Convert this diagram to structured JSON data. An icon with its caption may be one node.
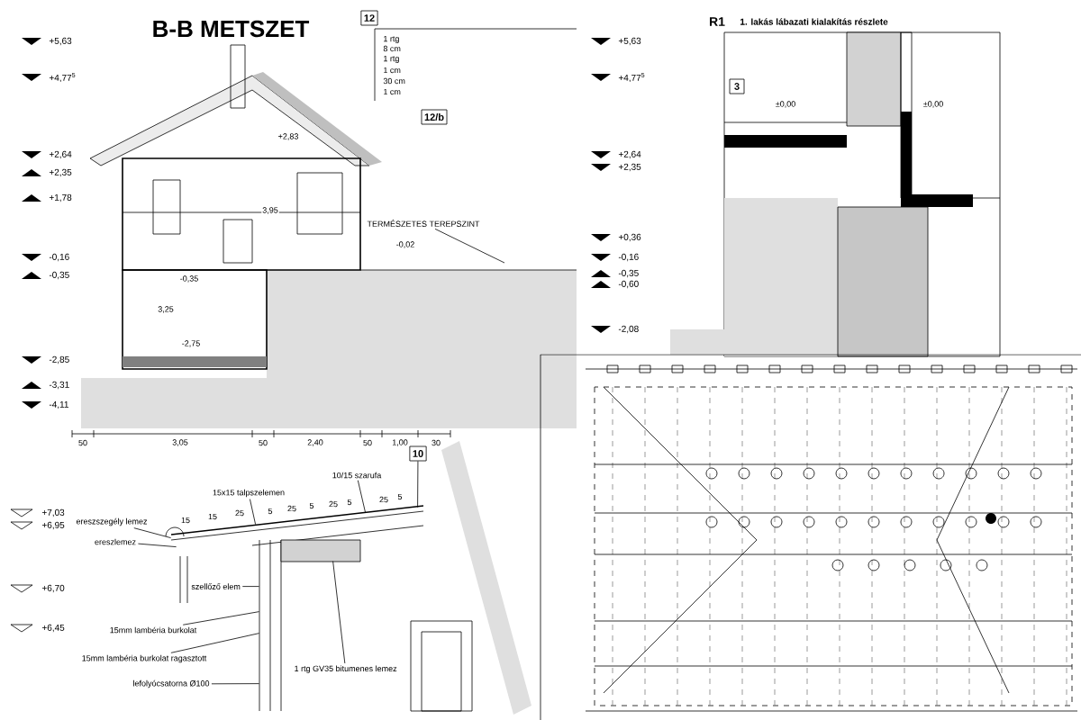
{
  "diagram": {
    "title": "B-B METSZET",
    "nodes": [
      {
        "text": [
          "12"
        ]
      },
      {
        "text": [
          "12/b"
        ]
      },
      {
        "text": [
          "10"
        ]
      },
      {
        "text": [
          "3"
        ]
      },
      {
        "text": [
          "TERMÉSZETES TEREPSZINT"
        ]
      },
      {
        "text": [
          "10/15 szarufa"
        ]
      },
      {
        "text": [
          "15x15 talpszelemen"
        ]
      },
      {
        "text": [
          "ereszszegély lemez"
        ]
      },
      {
        "text": [
          "ereszlemez"
        ]
      },
      {
        "text": [
          "szellőző elem"
        ],
        "in": 14
      },
      {
        "text": [
          "15mm lambéria burkolat"
        ]
      },
      {
        "text": [
          "15mm lambéria burkolat ragasztott"
        ]
      },
      {
        "text": [
          "lefolyócsatorna Ø100"
        ]
      },
      {
        "text": [
          "1 rtg GV35 bitumenes lemez"
        ],
        "in": 14
      },
      {
        "text": [],
        "shape": "picture"
      }
    ],
    "edges": [
      {
        "from": 2,
        "to": 14,
        "arrow": "none"
      },
      {
        "from": 4,
        "to": null,
        "arrow": "none"
      },
      {
        "from": 5,
        "to": 14,
        "arrow": "none"
      },
      {
        "from": 6,
        "to": 14,
        "arrow": "none"
      },
      {
        "from": 7,
        "to": 14,
        "arrow": "none"
      },
      {
        "from": 8,
        "to": 14,
        "arrow": "none"
      },
      {
        "from": 9,
        "to": 14,
        "arrow": "none"
      },
      {
        "from": 10,
        "to": 14,
        "arrow": "none"
      },
      {
        "from": 11,
        "to": 14,
        "arrow": "none"
      },
      {
        "from": 12,
        "to": 14,
        "arrow": "none"
      },
      {
        "from": 13,
        "to": 14,
        "arrow": "none"
      }
    ],
    "labels": [
      "+5,63",
      "+4,77$^{5}$",
      "+2,64",
      "+2,35",
      "+1,78",
      "-0,16",
      "-0,35",
      "-2,85",
      "-3,31",
      "-4,11",
      "1 rtg",
      "8 cm",
      "1 rtg",
      "1 cm",
      "30 cm",
      "1 cm",
      "+5,63",
      "+4,77$^{5}$",
      "+2,64",
      "+2,35",
      "+2,83",
      "3,95",
      "-0,02",
      "+0,36",
      "-0,16",
      "-0,35",
      "-0,60",
      "-0,35",
      "3,25",
      "-2,75",
      "-2,08",
      "50",
      "3,05",
      "50",
      "2,40",
      "50",
      "1,00",
      "30",
      "R1",
      "1. lakás lábazati kialakítás részlete",
      "±0,00",
      "±0,00",
      "+7,03",
      "+6,95",
      "+6,70",
      "+6,45",
      "15",
      "15",
      "25",
      "5",
      "25",
      "5",
      "25",
      "5",
      "25",
      "5"
    ]
  }
}
